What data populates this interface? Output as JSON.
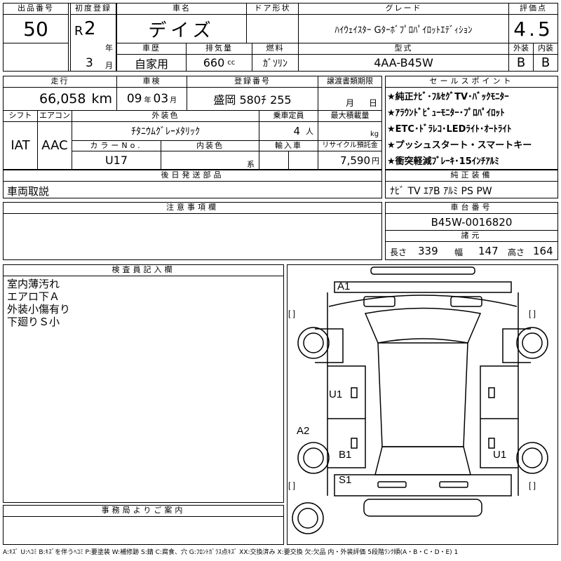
{
  "header": {
    "lot_label": "出品番号",
    "lot_value": "50",
    "first_reg_label": "初度登録",
    "era": "R",
    "year_value": "2",
    "year_unit": "年",
    "month_value": "3",
    "month_unit": "月",
    "name_label": "車名",
    "name_value": "デイズ",
    "door_label": "ドア形状",
    "door_value": "",
    "grade_label": "グレード",
    "grade_value": "ﾊｲｳｪｲｽﾀｰ Gﾀｰﾎﾞﾌﾟﾛﾊﾟｲﾛｯﾄｴﾃﾞｨｼｮﾝ",
    "score_label": "評価点",
    "score_value": "4.5",
    "history_label": "車歴",
    "history_value": "自家用",
    "displacement_label": "排気量",
    "displacement_value": "660",
    "displacement_unit": "cc",
    "fuel_label": "燃料",
    "fuel_value": "ｶﾞｿﾘﾝ",
    "model_label": "型式",
    "model_value": "4AA-B45W",
    "ext_label": "外装",
    "ext_value": "B",
    "int_label": "内装",
    "int_value": "B"
  },
  "row2": {
    "mileage_label": "走行",
    "mileage_value": "66,058",
    "mileage_unit": "km",
    "inspection_label": "車検",
    "inspection_year": "09",
    "inspection_year_unit": "年",
    "inspection_month": "03",
    "inspection_month_unit": "月",
    "plate_label": "登録番号",
    "plate_value": "盛岡 580ﾁ 255",
    "transfer_label": "譲渡書類期限",
    "transfer_month_unit": "月",
    "transfer_day_unit": "日",
    "shift_label": "シフト",
    "shift_value": "IAT",
    "ac_label": "エアコン",
    "ac_value": "AAC",
    "color_label": "外装色",
    "color_value": "ﾁﾀﾆｳﾑｸﾞﾚｰﾒﾀﾘｯｸ",
    "capacity_label": "乗車定員",
    "capacity_value": "4",
    "capacity_unit": "人",
    "load_label": "最大積載量",
    "load_unit": "kg",
    "colorno_label": "カラーNo.",
    "colorno_value": "U17",
    "interior_color_label": "内装色",
    "interior_color_unit": "系",
    "import_label": "輸入車",
    "recycle_label": "リサイクル預託金",
    "recycle_value": "7,590",
    "recycle_unit": "円"
  },
  "sales_points": {
    "label": "セールスポイント",
    "items": [
      "★純正ﾅﾋﾞ･ﾌﾙｾｸﾞTV･ﾊﾞｯｸﾓﾆﾀｰ",
      "★ｱﾗｳﾝﾄﾞﾋﾞｭｰﾓﾆﾀｰ･ﾌﾟﾛﾊﾟｲﾛｯﾄ",
      "★ETC･ﾄﾞﾗﾚｺ･LEDﾗｲﾄ･ｵｰﾄﾗｲﾄ",
      "★プッシュスタート・スマートキー",
      "★衝突軽減ﾌﾞﾚｰｷ･15ｲﾝﾁｱﾙﾐ"
    ]
  },
  "later_parts": {
    "label": "後日発送部品",
    "value": "車両取説"
  },
  "equipment": {
    "label": "純正装備",
    "value": "ﾅﾋﾞ TV ｴｱB ｱﾙﾐ PS PW"
  },
  "notes": {
    "label": "注意事項欄",
    "value": ""
  },
  "chassis": {
    "label": "車台番号",
    "value": "B45W-0016820",
    "dims_label": "諸元",
    "length_label": "長さ",
    "length_value": "339",
    "width_label": "幅",
    "width_value": "147",
    "height_label": "高さ",
    "height_value": "164"
  },
  "inspector": {
    "label": "検査員記入欄",
    "lines": [
      "室内薄汚れ",
      "エアロ下Ａ",
      "外装小傷有り",
      "下廻りＳ小"
    ]
  },
  "office": {
    "label": "事務局よりご案内",
    "value": ""
  },
  "diagram": {
    "marks": {
      "a1": "A1",
      "u1_left": "U1",
      "a2": "A2",
      "b1": "B1",
      "s1": "S1",
      "u1_right": "U1"
    },
    "bracket_left": "[    ]",
    "bracket_right": "[    ]"
  },
  "legend": "A:ｷｽﾞ U:ﾍｺﾐ B:ｷｽﾞを伴うﾍｺﾐ P:要塗装 W:補修跡 S:錆 C:腐食、穴 G:ﾌﾛﾝﾄｶﾞﾗｽ点ｷｽﾞ XX:交換済み X:要交換 欠:欠品 内・外装評価 5段階ﾗﾝｸ順(A・B・C・D・E) 1"
}
